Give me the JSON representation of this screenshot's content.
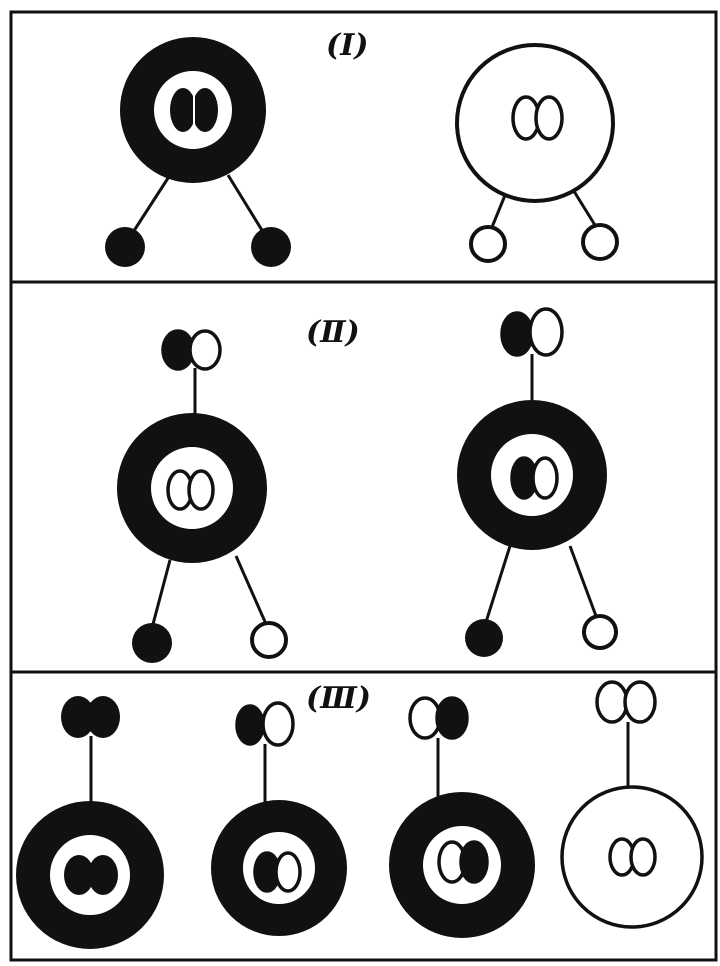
{
  "colors": {
    "ink": "#111111",
    "paper": "#ffffff"
  },
  "panels": [
    {
      "label": "(Ⅰ)"
    },
    {
      "label": "(Ⅱ)"
    },
    {
      "label": "(Ⅲ)"
    }
  ],
  "icons": [
    "parent-cell-icon",
    "nucleus-icon",
    "offspring-cell-icon",
    "chromosome-pair-icon"
  ]
}
